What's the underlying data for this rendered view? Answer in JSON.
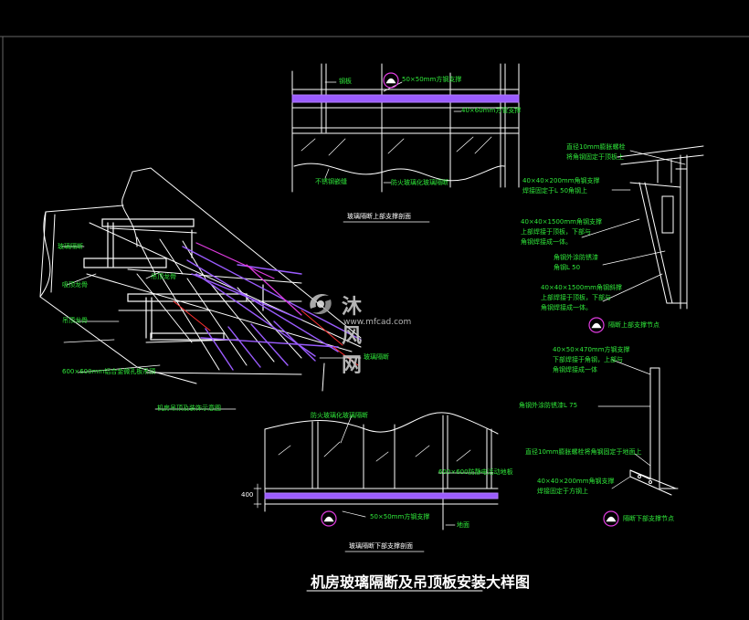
{
  "labels": {
    "t_top1": "钢板",
    "t_top2": "50×50mm方钢支撑",
    "t_top3": "40×60mm方管支撑",
    "t_top4": "不锈钢嵌缝",
    "t_top5": "防火玻璃化玻璃隔断",
    "t_sec1": "玻璃隔断上部支撑剖面",
    "t_iso1": "玻璃隔断",
    "t_iso2": "吸顶龙骨",
    "t_iso3": "吊顶龙骨",
    "t_iso4": "吊顶龙骨",
    "t_iso5": "600×600mm铝合金微孔板吊顶",
    "t_iso6": "玻璃隔断",
    "t_iso7": "机房吊顶及装饰示意图",
    "t_r1a": "直径10mm膨胀螺栓",
    "t_r1b": "将角钢固定于顶板上",
    "t_r2a": "40×40×200mm角钢支撑",
    "t_r2b": "焊接固定于L 50角钢上",
    "t_r3a": "40×40×1500mm角钢支撑",
    "t_r3b": "上部焊接于顶板，下部与",
    "t_r3c": "角钢焊接成一体。",
    "t_r4a": "角钢外涂防锈漆",
    "t_r4b": "角钢L 50",
    "t_r5a": "40×40×1500mm角钢斜撑",
    "t_r5b": "上部焊接于顶板，下部与",
    "t_r5c": "角钢焊接成一体。",
    "t_node1": "隔断上部支撑节点",
    "t_r6a": "40×50×470mm方钢支撑",
    "t_r6b": "下部焊接于角钢，上部与",
    "t_r6c": "角钢焊接成一体",
    "t_r7": "角钢外涂防锈漆L 75",
    "t_r8": "直径10mm膨胀螺栓将角钢固定于地面上",
    "t_r9a": "40×40×200mm角钢支撑",
    "t_r9b": "焊接固定于方钢上",
    "t_node2": "隔断下部支撑节点",
    "t_bot1": "防火玻璃化玻璃隔断",
    "t_bot2": "600×600防静电活动地板",
    "t_bot3": "400",
    "t_bot4": "50×50mm方钢支撑",
    "t_bot5": "地面",
    "t_sec2": "玻璃隔断下部支撑剖面",
    "title": "机房玻璃隔断及吊顶板安装大样图"
  },
  "watermark": {
    "text": "沐风网",
    "url": "www.mfcad.com"
  },
  "colors": {
    "background": "#000000",
    "line_white": "#ffffff",
    "line_green": "#2fe83a",
    "line_violet": "#9b5cff",
    "line_magenta": "#e03ce0",
    "line_red": "#ff3030",
    "line_yellow": "#e6e62c"
  }
}
